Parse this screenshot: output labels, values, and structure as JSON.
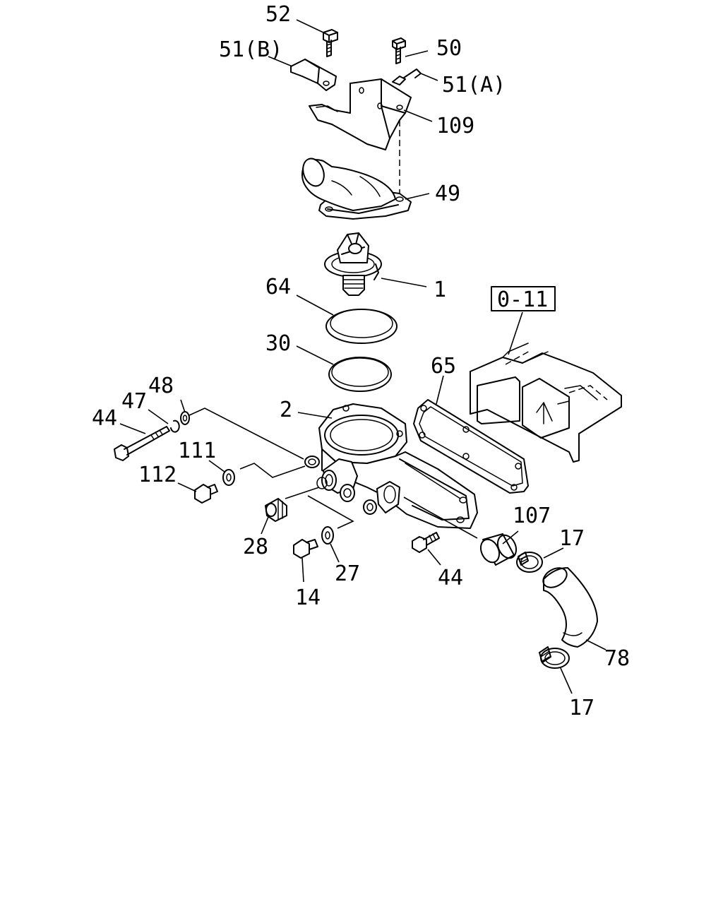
{
  "labels": {
    "l52": "52",
    "l51b": "51(B)",
    "l50": "50",
    "l51a": "51(A)",
    "l109": "109",
    "l49": "49",
    "l1": "1",
    "l64": "64",
    "l30": "30",
    "l011": "0-11",
    "l65": "65",
    "l48": "48",
    "l47": "47",
    "l44a": "44",
    "l2": "2",
    "l111": "111",
    "l112": "112",
    "l28": "28",
    "l27": "27",
    "l14": "14",
    "l44b": "44",
    "l107": "107",
    "l17a": "17",
    "l78": "78",
    "l17b": "17"
  }
}
